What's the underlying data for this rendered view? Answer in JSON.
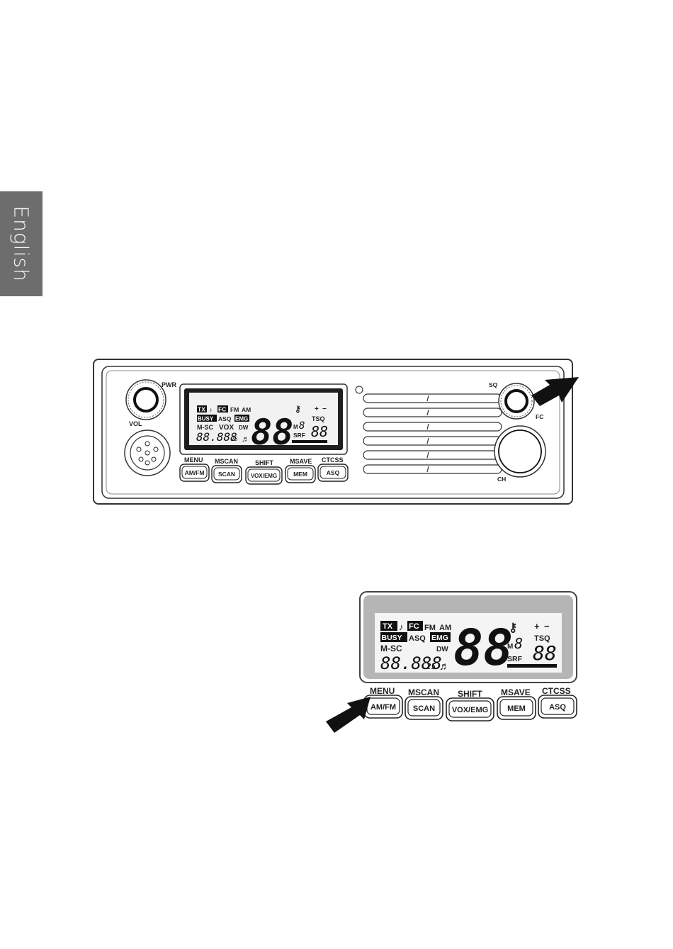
{
  "sidebar": {
    "language": "English"
  },
  "radio": {
    "knobs": {
      "pwr": "PWR",
      "vol": "VOL",
      "sq": "SQ",
      "fc": "FC",
      "ch": "CH"
    },
    "keys": [
      {
        "top": "MENU",
        "key": "AM/FM"
      },
      {
        "top": "MSCAN",
        "key": "SCAN"
      },
      {
        "top": "SHIFT",
        "key": "VOX/EMG"
      },
      {
        "top": "MSAVE",
        "key": "MEM"
      },
      {
        "top": "CTCSS",
        "key": "ASQ"
      }
    ]
  },
  "lcd": {
    "tx": "TX",
    "note": "♪",
    "fc": "FC",
    "fm": "FM",
    "am": "AM",
    "busy": "BUSY",
    "asq": "ASQ",
    "emg": "EMG",
    "msc": "M-SC",
    "vox": "VOX",
    "dw": "DW",
    "freq": "88.888",
    "step": "25",
    "music": "♬",
    "big_digits": "88",
    "m": "M",
    "m_digit": "8",
    "tsq": "TSQ",
    "tsq_digits": "88",
    "srf": "SRF",
    "plus": "+",
    "minus": "−"
  },
  "arrows": {
    "color": "#111111"
  }
}
